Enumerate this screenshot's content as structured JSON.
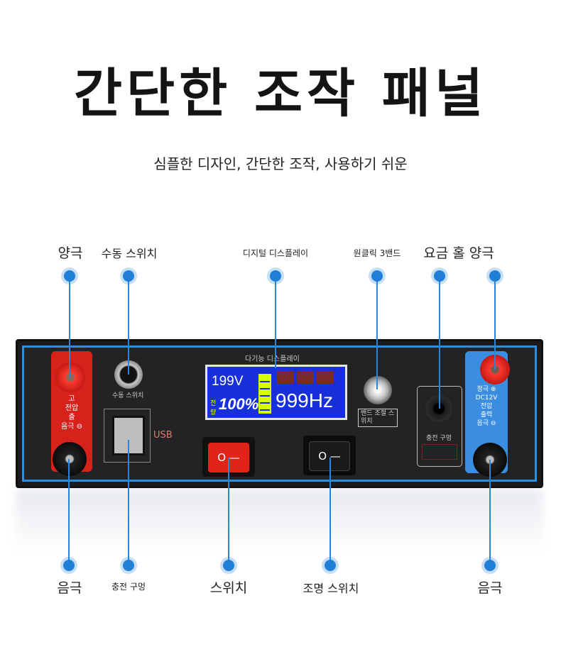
{
  "title": "간단한 조작 패널",
  "subtitle": "심플한 디자인, 간단한 조작, 사용하기 쉬운",
  "top_labels": [
    "양극",
    "수동 스위치",
    "디지털 디스플레이",
    "원클릭 3밴드",
    "요금 홀 양극"
  ],
  "bottom_labels": [
    "음극",
    "충전 구멍",
    "스위치",
    "조명 스위치",
    "음극"
  ],
  "panel": {
    "display_caption": "다기능 디스플레이",
    "voltage": "199V",
    "battery_percent": "100%",
    "battery_label": "전량",
    "frequency": "999Hz",
    "aviation_plug_label": "수동 스위치",
    "usb_label": "USB",
    "left_plate": [
      "고",
      "전압",
      "출",
      "음극 ⊖"
    ],
    "right_plate": [
      "정극 ⊕",
      "DC12V",
      "전압",
      "출력",
      "음극 ⊖"
    ],
    "charge_port_label": "충전 구멍",
    "knob_label": [
      "밴드 조절 스위치"
    ],
    "switch_symbol": "O —"
  },
  "colors": {
    "accent": "#1f7fd6",
    "red": "#d7221c",
    "blue": "#3a8de0",
    "display": "#1730d9"
  }
}
